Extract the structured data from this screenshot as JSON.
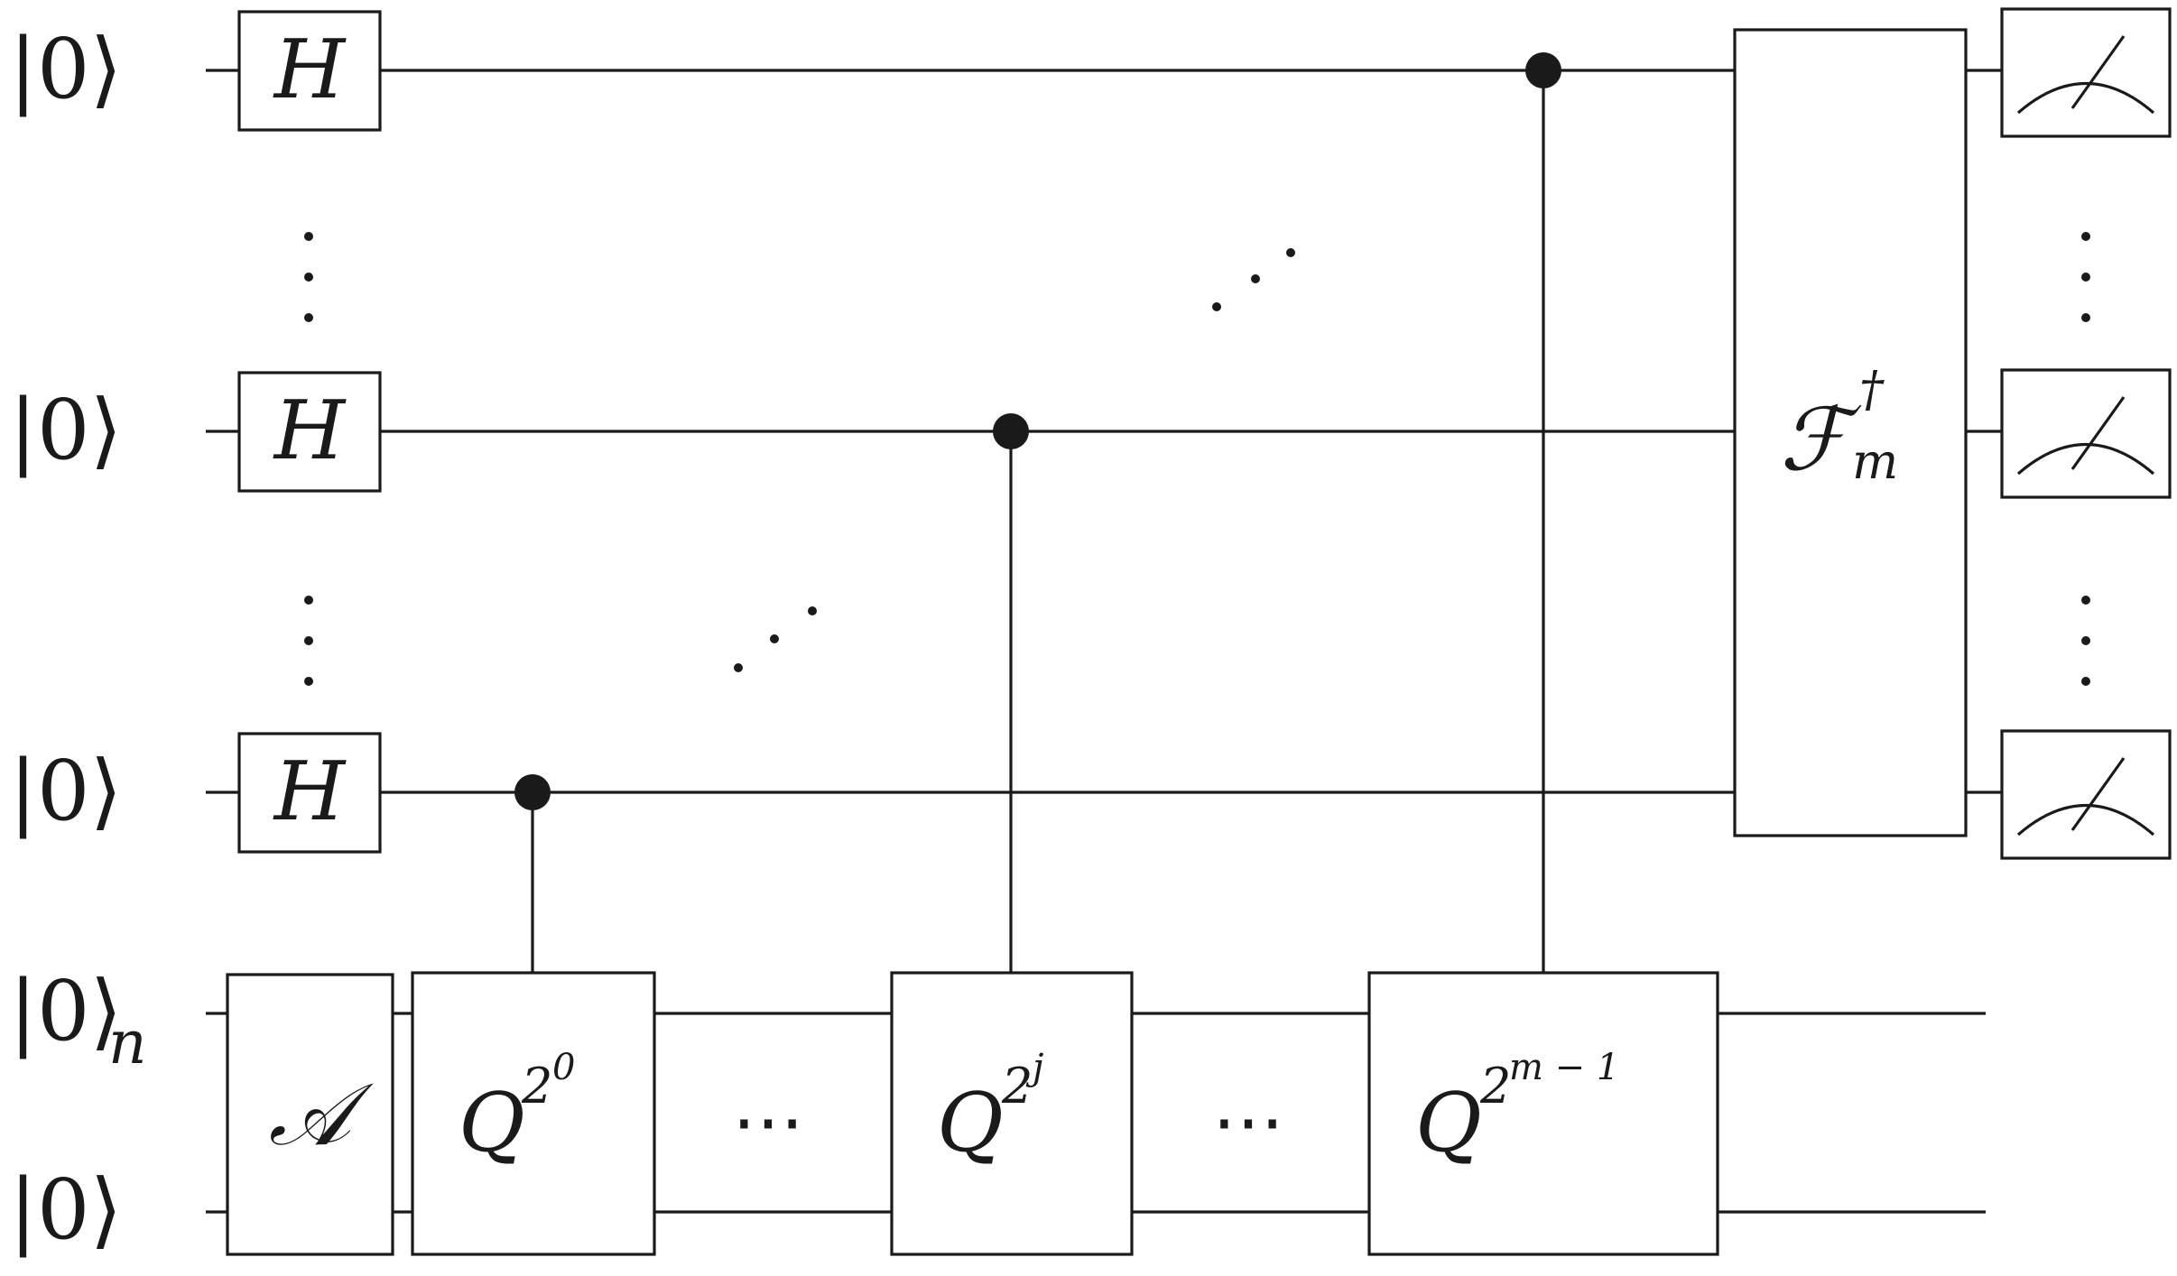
{
  "inputs": {
    "ket": "|0⟩",
    "ancilla_ket": "|0⟩",
    "ancilla_subscript": "n",
    "last_ket": "|0⟩"
  },
  "gates": {
    "hadamard": "H",
    "state_prep": "𝒜",
    "q_first": {
      "base": "Q",
      "exp_base": "2",
      "exp_exp": "0"
    },
    "q_middle": {
      "base": "Q",
      "exp_base": "2",
      "exp_exp": "j"
    },
    "q_last": {
      "base": "Q",
      "exp_base": "2",
      "exp_exp": "m − 1"
    },
    "inverse_qft": {
      "main": "ℱ",
      "dagger": "†",
      "sub": "m"
    }
  },
  "ellipsis": "⋯"
}
